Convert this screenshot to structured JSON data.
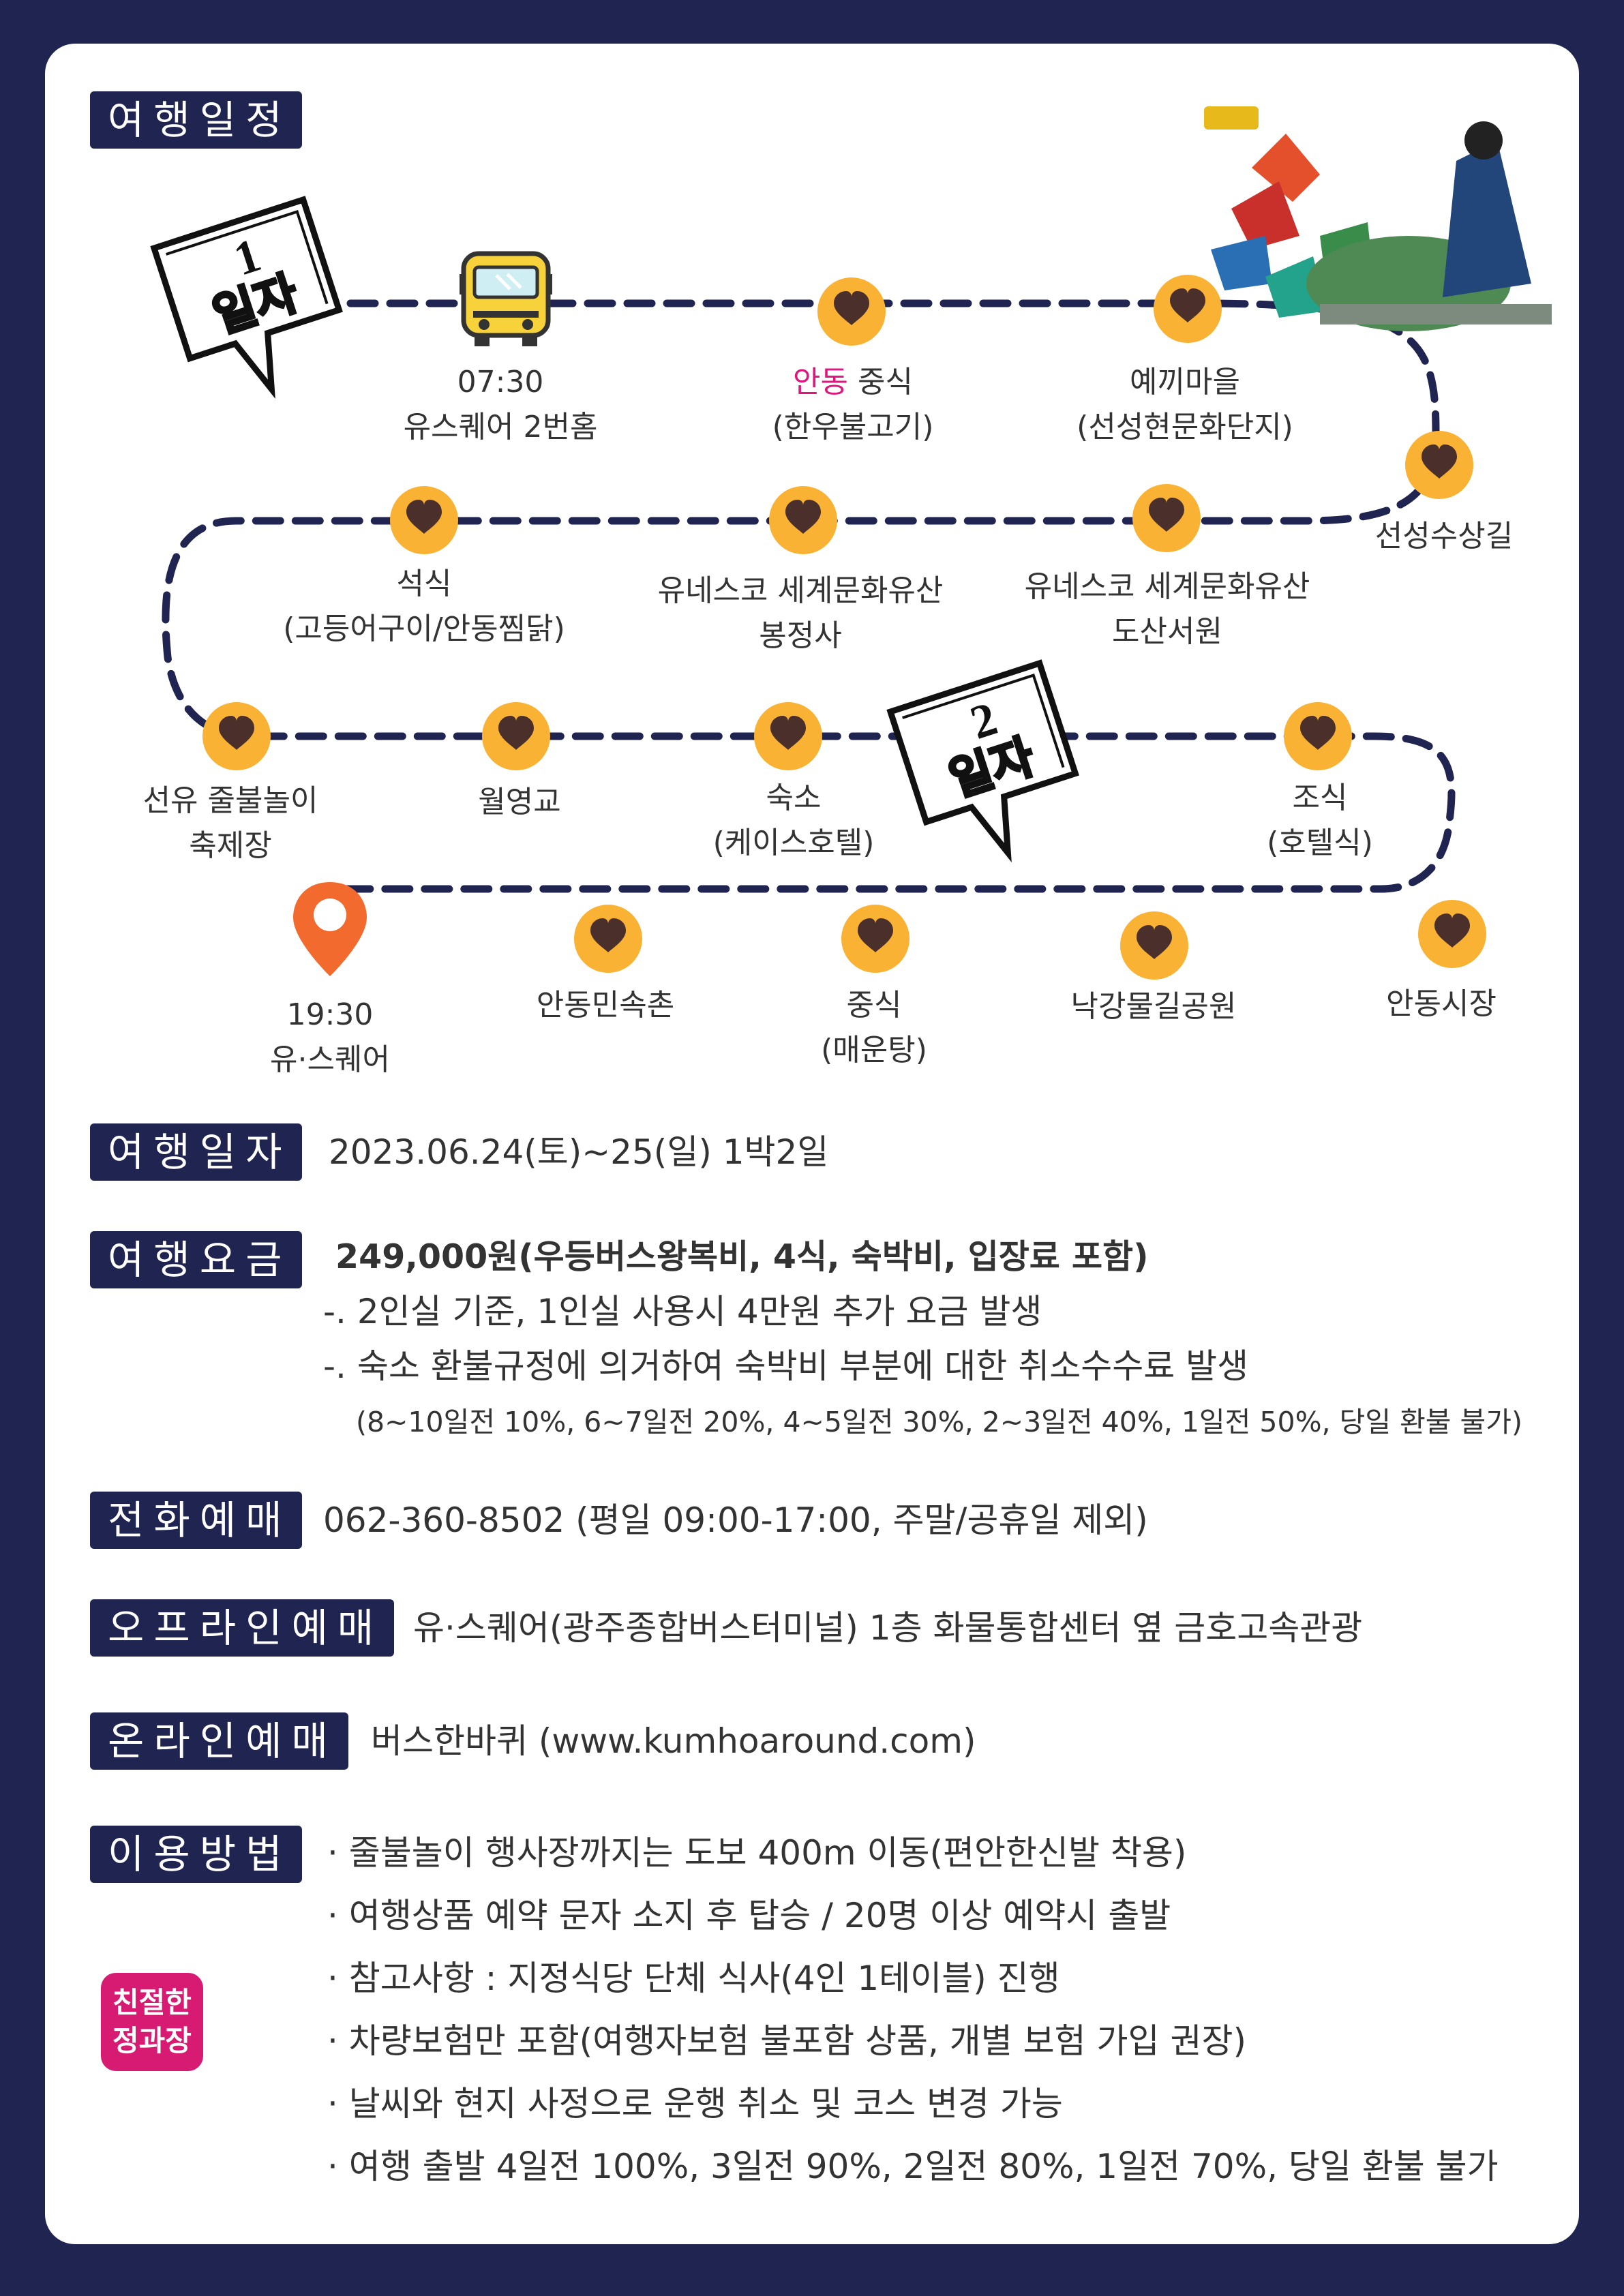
{
  "sections": {
    "itinerary": "여행일정",
    "date": "여행일자",
    "fee": "여행요금",
    "phone": "전화예매",
    "offline": "오프라인예매",
    "online": "온라인예매",
    "usage": "이용방법"
  },
  "day_badges": {
    "day1": {
      "num": "1",
      "word": "일자"
    },
    "day2": {
      "num": "2",
      "word": "일자"
    }
  },
  "stops": {
    "depart_time": "07:30",
    "depart_place": "유스퀘어 2번홈",
    "lunch1_hl": "안동",
    "lunch1_rest": " 중식",
    "lunch1_menu": "(한우불고기)",
    "yekki_1": "예끼마을",
    "yekki_2": "(선성현문화단지)",
    "seonseong": "선성수상길",
    "dinner_1": "석식",
    "dinner_2": "(고등어구이/안동찜닭)",
    "bongjeongsa_1": "유네스코 세계문화유산",
    "bongjeongsa_2": "봉정사",
    "dosan_1": "유네스코 세계문화유산",
    "dosan_2": "도산서원",
    "seonyu_1": "선유 줄불놀이",
    "seonyu_2": "축제장",
    "woryeonggyo": "월영교",
    "hotel_1": "숙소",
    "hotel_2": "(케이스호텔)",
    "breakfast_1": "조식",
    "breakfast_2": "(호텔식)",
    "arrive_time": "19:30",
    "arrive_place": "유·스퀘어",
    "folk_village": "안동민속촌",
    "lunch2_1": "중식",
    "lunch2_2": "(매운탕)",
    "nakgang": "낙강물길공원",
    "market": "안동시장"
  },
  "info": {
    "date_value": "2023.06.24(토)~25(일) 1박2일",
    "fee_main": "249,000원(우등버스왕복비, 4식, 숙박비, 입장료 포함)",
    "fee_note1": "-. 2인실 기준, 1인실 사용시 4만원 추가 요금 발생",
    "fee_note2": "-. 숙소 환불규정에 의거하여 숙박비 부분에 대한 취소수수료 발생",
    "fee_note3": "(8~10일전 10%, 6~7일전 20%, 4~5일전 30%, 2~3일전 40%, 1일전 50%, 당일 환불 불가)",
    "phone_value": "062-360-8502 (평일 09:00-17:00, 주말/공휴일 제외)",
    "offline_value": "유·스퀘어(광주종합버스터미널) 1층 화물통합센터 옆 금호고속관광",
    "online_value": "버스한바퀴 (www.kumhoaround.com)",
    "usage_items": [
      "· 줄불놀이 행사장까지는 도보 400m 이동(편안한신발 착용)",
      "· 여행상품 예약 문자 소지 후 탑승 / 20명 이상 예약시 출발",
      "· 참고사항 : 지정식당 단체 식사(4인 1테이블) 진행",
      "· 차량보험만 포함(여행자보험 불포함 상품, 개별 보험 가입 권장)",
      "· 날씨와 현지 사정으로 운행 취소 및 코스 변경 가능",
      "· 여행 출발 4일전 100%, 3일전 90%,  2일전 80%, 1일전 70%, 당일 환불 불가"
    ]
  },
  "logo": {
    "line1": "친절한",
    "line2": "정과장"
  },
  "colors": {
    "navy": "#1f2451",
    "marker_orange": "#f9b233",
    "heart": "#4a2f2a",
    "pin": "#f26a2e",
    "accent_pink": "#e0167f",
    "bus_yellow": "#f7d23b"
  },
  "icons": {
    "stop": "heart-icon",
    "start": "bus-icon",
    "end": "location-pin-icon"
  }
}
